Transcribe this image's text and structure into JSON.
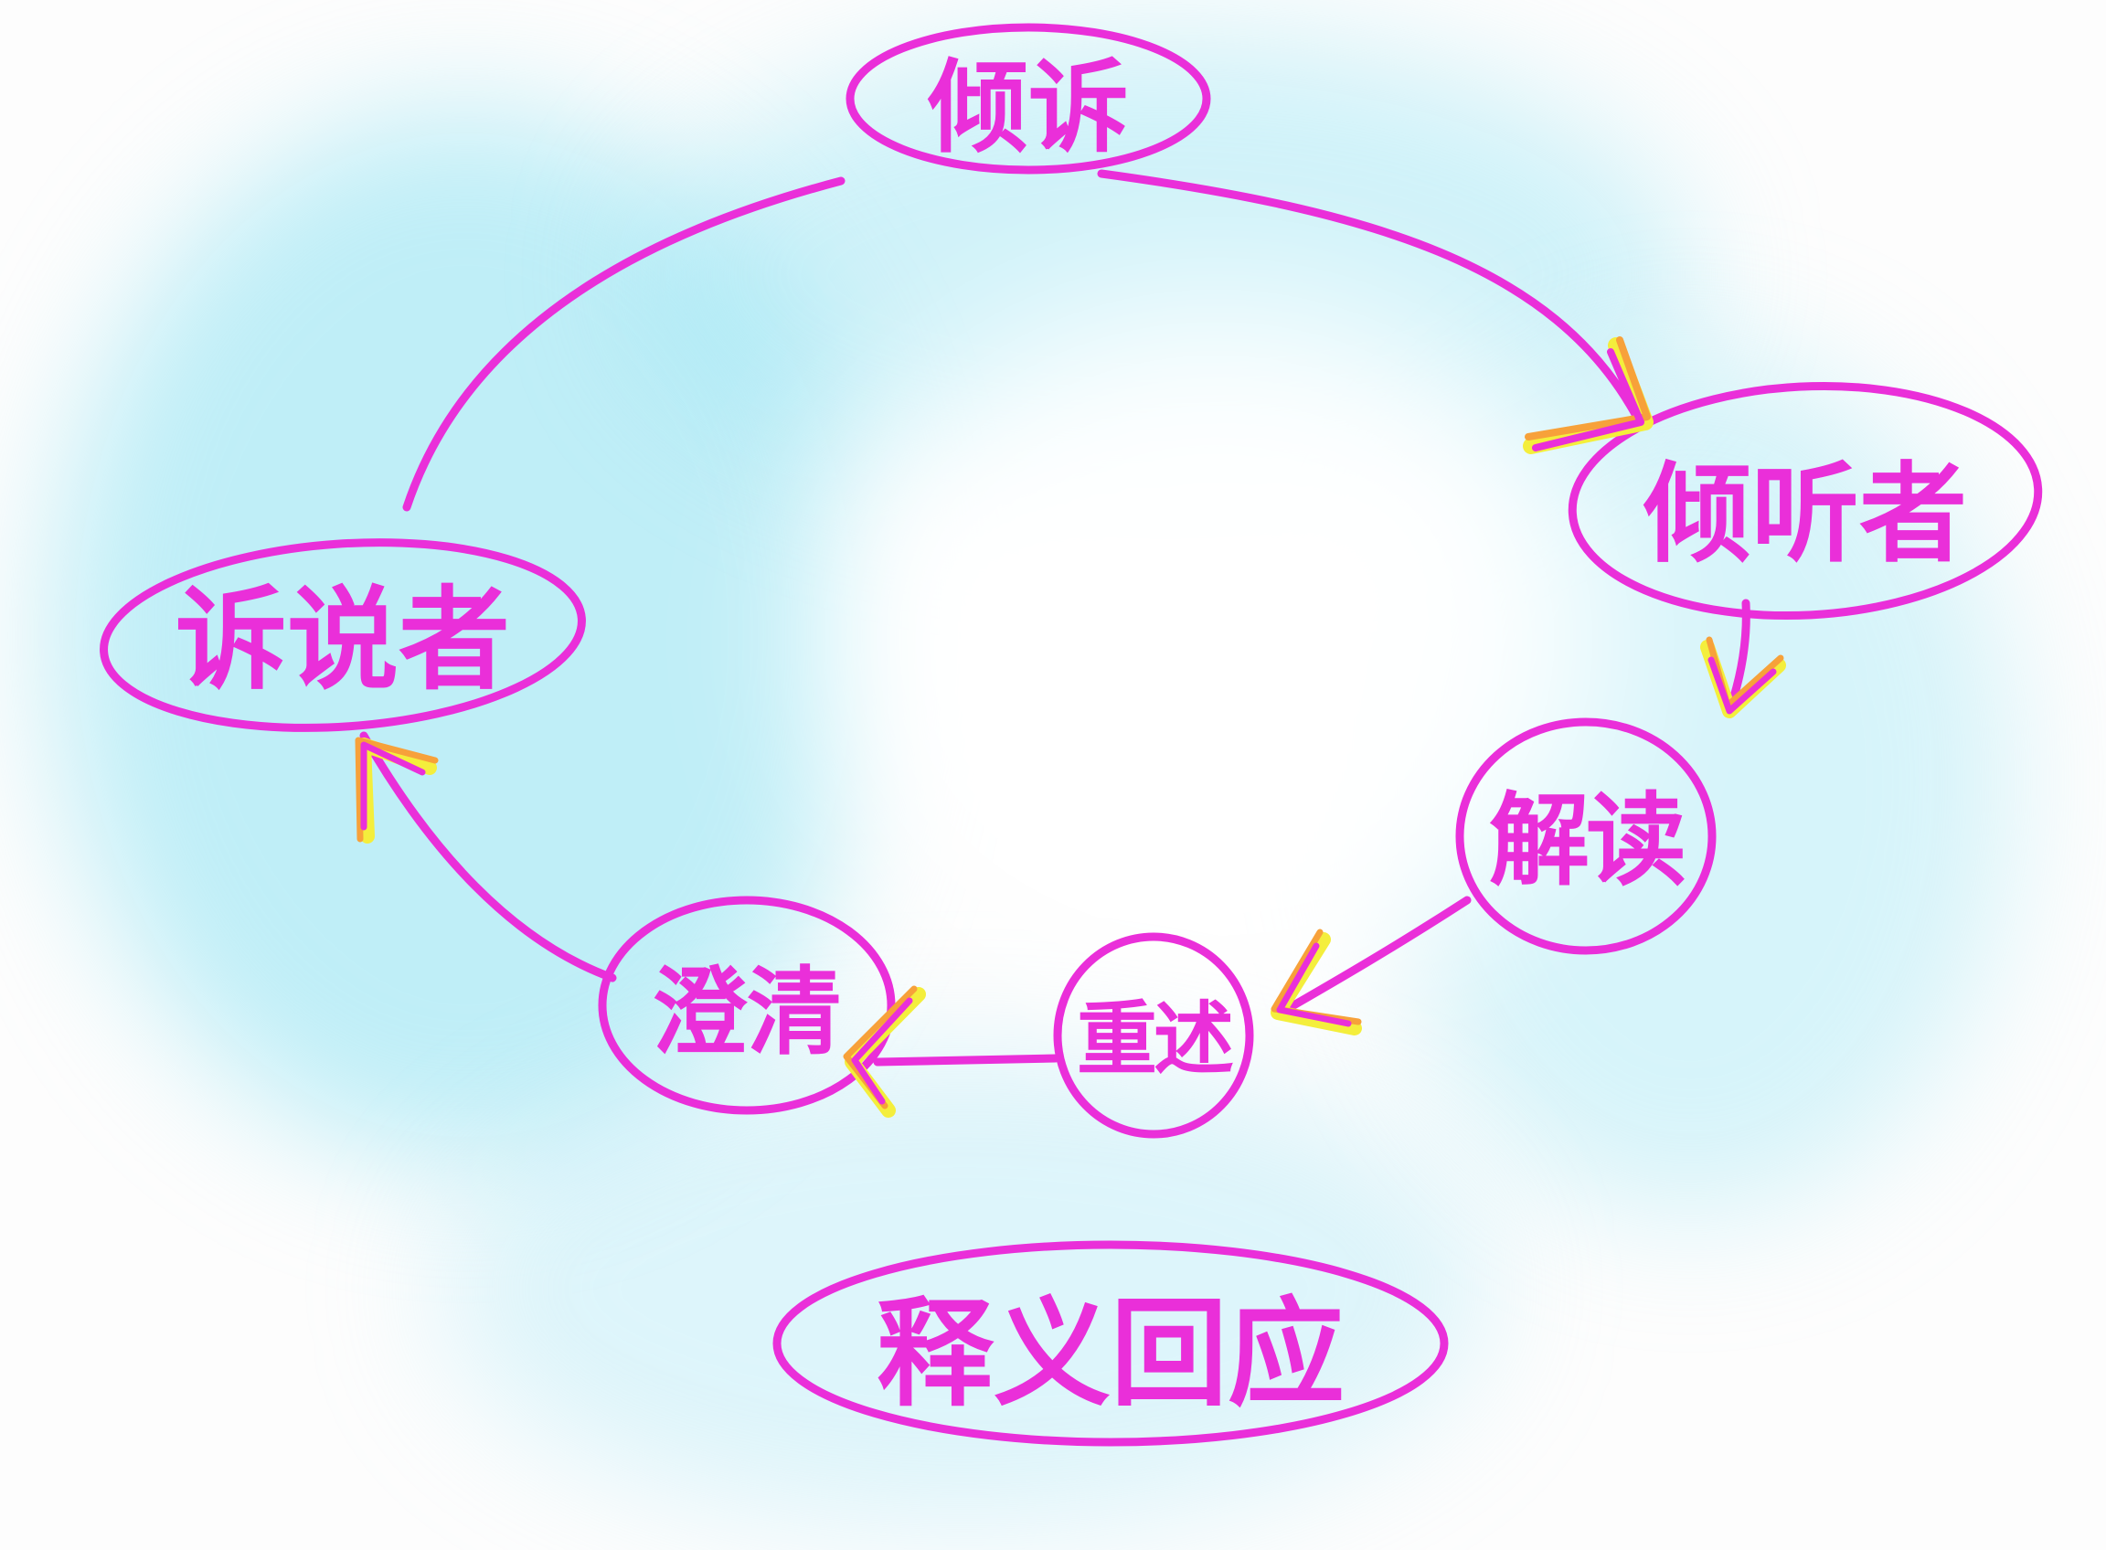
{
  "colors": {
    "ink": "#ea2fd9",
    "highlight_yellow": "#f4ee3c",
    "highlight_orange": "#f7a13a"
  },
  "nodes": {
    "top": {
      "label": "倾诉"
    },
    "listener": {
      "label": "倾听者"
    },
    "decode": {
      "label": "解读"
    },
    "restate": {
      "label": "重述"
    },
    "clarify": {
      "label": "澄清"
    },
    "speaker": {
      "label": "诉说者"
    },
    "bottom": {
      "label": "释义回应"
    }
  }
}
